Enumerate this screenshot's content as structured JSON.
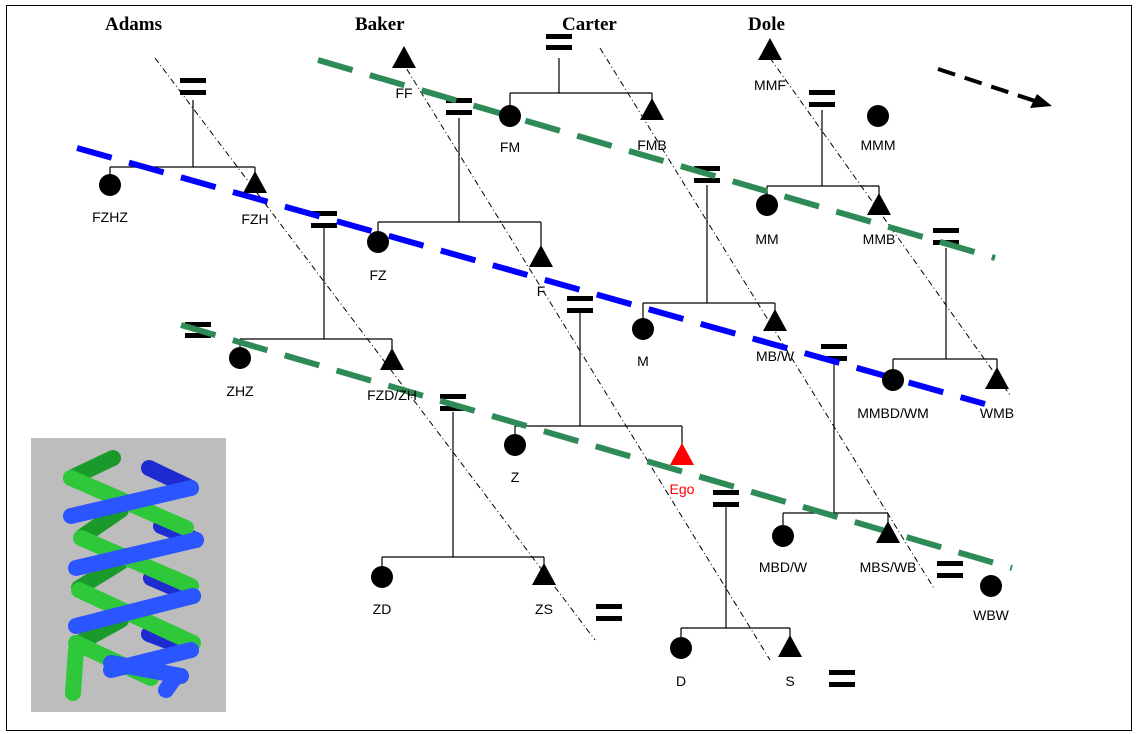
{
  "lineages": [
    "Adams",
    "Baker",
    "Carter",
    "Dole"
  ],
  "people": [
    {
      "label": "FF",
      "sex": "male"
    },
    {
      "label": "FM",
      "sex": "female"
    },
    {
      "label": "FMB",
      "sex": "male"
    },
    {
      "label": "MMF",
      "sex": "male"
    },
    {
      "label": "MMM",
      "sex": "female"
    },
    {
      "label": "FZHZ",
      "sex": "female"
    },
    {
      "label": "FZH",
      "sex": "male"
    },
    {
      "label": "FZ",
      "sex": "female"
    },
    {
      "label": "F",
      "sex": "male"
    },
    {
      "label": "MM",
      "sex": "female"
    },
    {
      "label": "MMB",
      "sex": "male"
    },
    {
      "label": "M",
      "sex": "female"
    },
    {
      "label": "MB/W",
      "sex": "male"
    },
    {
      "label": "MMBD/WM",
      "sex": "female"
    },
    {
      "label": "WMB",
      "sex": "male"
    },
    {
      "label": "ZHZ",
      "sex": "female"
    },
    {
      "label": "FZD/ZH",
      "sex": "male"
    },
    {
      "label": "Z",
      "sex": "female"
    },
    {
      "label": "Ego",
      "sex": "male"
    },
    {
      "label": "MBD/W",
      "sex": "female"
    },
    {
      "label": "MBS/WB",
      "sex": "male"
    },
    {
      "label": "WBW",
      "sex": "female"
    },
    {
      "label": "ZD",
      "sex": "female"
    },
    {
      "label": "ZS",
      "sex": "male"
    },
    {
      "label": "D",
      "sex": "female"
    },
    {
      "label": "S",
      "sex": "male"
    }
  ],
  "colors": {
    "green": "#2e8b57",
    "blue": "#0000ff",
    "ego": "#ff0000",
    "inset_bg": "#bdbdbd"
  },
  "direction": "arrow pointing down-right"
}
